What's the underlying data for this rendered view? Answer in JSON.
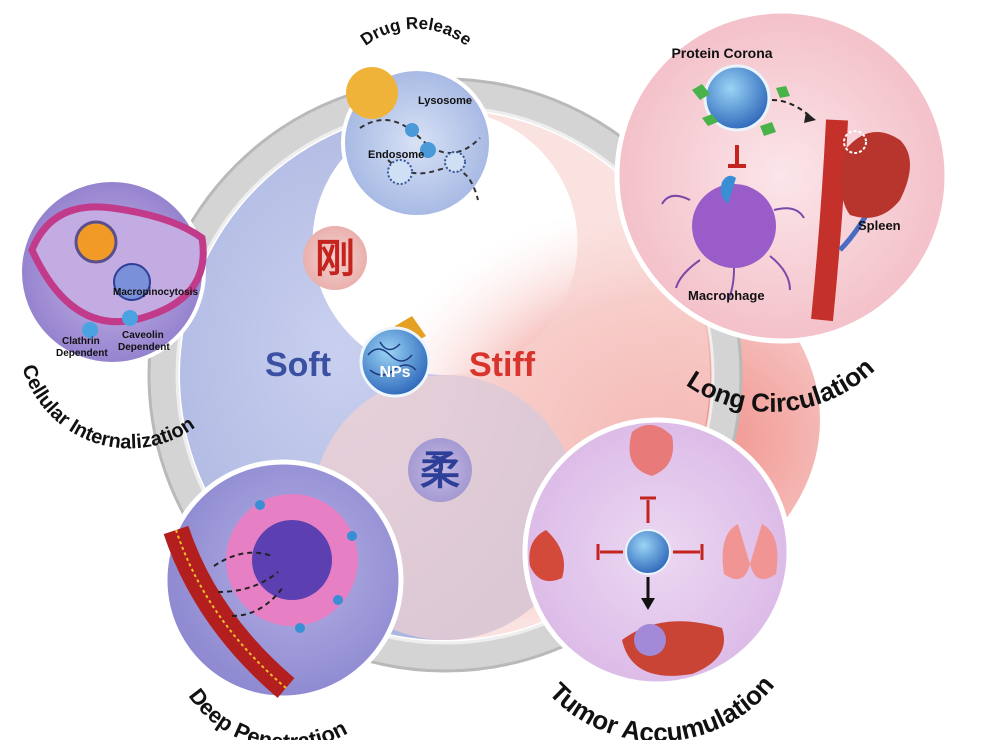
{
  "center": {
    "soft_label": "Soft",
    "stiff_label": "Stiff",
    "np_label": "NPs",
    "glyph_stiff": "刚",
    "glyph_soft": "柔"
  },
  "drug_release": {
    "title": "Drug Release",
    "lysosome": "Lysosome",
    "endosome": "Endosome"
  },
  "cellular_internalization": {
    "title": "Cellular Internalization",
    "macropinocytosis": "Macropinocytosis",
    "clathrin": [
      "Clathrin",
      "Dependent"
    ],
    "caveolin": [
      "Caveolin",
      "Dependent"
    ]
  },
  "long_circulation": {
    "title": "Long Circulation",
    "protein_corona": "Protein Corona",
    "spleen": "Spleen",
    "macrophage": "Macrophage"
  },
  "tumor_accumulation": {
    "title": "Tumor Accumulation"
  },
  "deep_penetration": {
    "title": "Deep Penetration"
  },
  "colors": {
    "soft": "#3b4fa3",
    "stiff": "#d8342c",
    "ring": "#c9c9c9"
  }
}
